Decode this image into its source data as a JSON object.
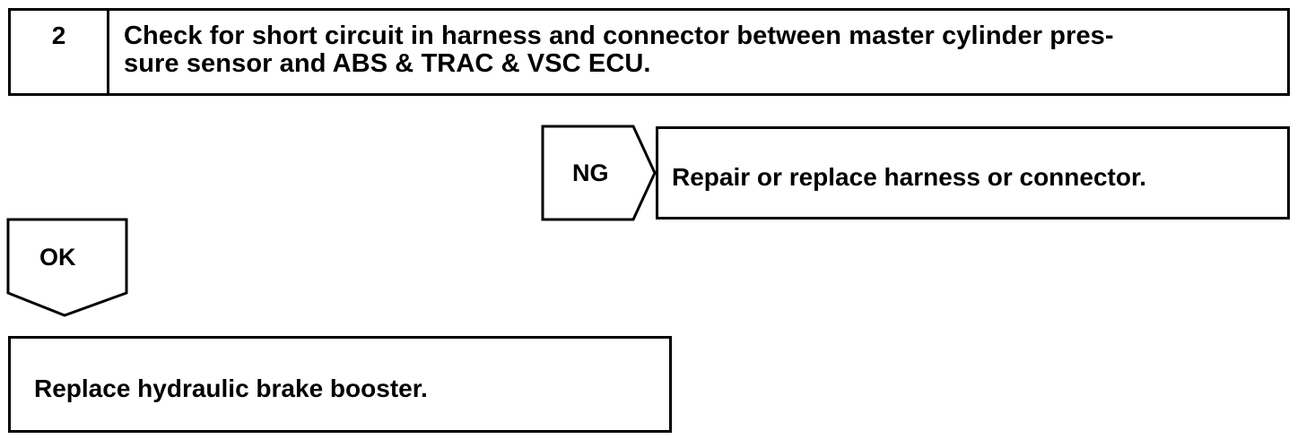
{
  "step": {
    "number": "2",
    "line1": "Check for short circuit in harness and connector between master cylinder pres-",
    "line2": "sure sensor and ABS & TRAC & VSC ECU."
  },
  "ng_branch": {
    "label": "NG",
    "action": "Repair or replace harness or connector."
  },
  "ok_branch": {
    "label": "OK",
    "action": "Replace hydraulic brake booster."
  }
}
